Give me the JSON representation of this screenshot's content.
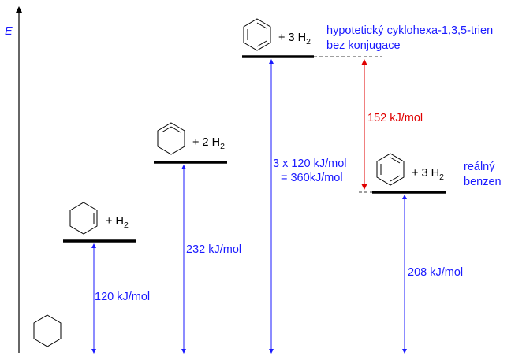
{
  "axis": {
    "label": "E"
  },
  "molecules": [
    {
      "name": "cyclohexane",
      "reagent": ""
    },
    {
      "name": "cyclohexene",
      "reagent_prefix": "+ H",
      "reagent_sub": "2"
    },
    {
      "name": "cyclohexa-1,3-diene",
      "reagent_prefix": "+ 2 H",
      "reagent_sub": "2"
    },
    {
      "name": "hypothetical-triene",
      "reagent_prefix": "+ 3 H",
      "reagent_sub": "2"
    },
    {
      "name": "benzene",
      "reagent_prefix": "+ 3 H",
      "reagent_sub": "2"
    }
  ],
  "energies": {
    "e1": "120 kJ/mol",
    "e2": "232 kJ/mol",
    "e3_line1": "3 x 120 kJ/mol",
    "e3_line2": "= 360kJ/mol",
    "e4": "208 kJ/mol",
    "stabilization": "152 kJ/mol"
  },
  "notes": {
    "hypothetical_line1": "hypotetický cyklohexa-1,3,5-trien",
    "hypothetical_line2": "bez konjugace",
    "real_line1": "reálný",
    "real_line2": "benzen"
  },
  "colors": {
    "energy_arrow": "#1a1aff",
    "stabilization_arrow": "#e00000",
    "level": "#000000"
  }
}
